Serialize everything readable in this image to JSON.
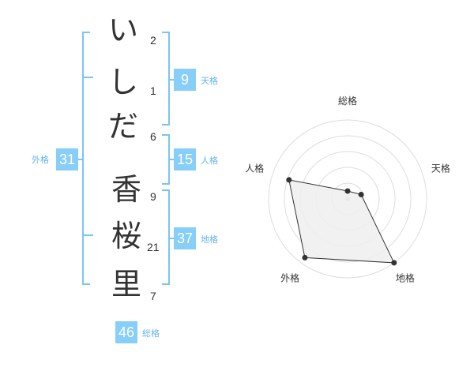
{
  "surname": [
    {
      "char": "い",
      "strokes": "2"
    },
    {
      "char": "し",
      "strokes": "1"
    },
    {
      "char": "だ",
      "strokes": "6"
    }
  ],
  "given": [
    {
      "char": "香",
      "strokes": "9"
    },
    {
      "char": "桜",
      "strokes": "21"
    },
    {
      "char": "里",
      "strokes": "7"
    }
  ],
  "fortune": {
    "tenkaku": {
      "label": "天格",
      "value": "9"
    },
    "jinkaku": {
      "label": "人格",
      "value": "15"
    },
    "chikaku": {
      "label": "地格",
      "value": "37"
    },
    "gaikaku": {
      "label": "外格",
      "value": "31"
    },
    "soukaku": {
      "label": "総格",
      "value": "46"
    }
  },
  "colors": {
    "accent_box": "#87cef8",
    "accent_line": "#7cc4f2",
    "label_text": "#64b5ee",
    "radar_fill": "#eeeeee",
    "radar_stroke": "#333333",
    "ring_stroke": "#dddddd"
  },
  "chart_data": {
    "type": "radar",
    "axes": [
      "総格",
      "天格",
      "地格",
      "外格",
      "人格"
    ],
    "values": [
      0.1,
      0.18,
      1.0,
      0.92,
      0.78
    ],
    "range": [
      0,
      1
    ],
    "rings": 5
  }
}
